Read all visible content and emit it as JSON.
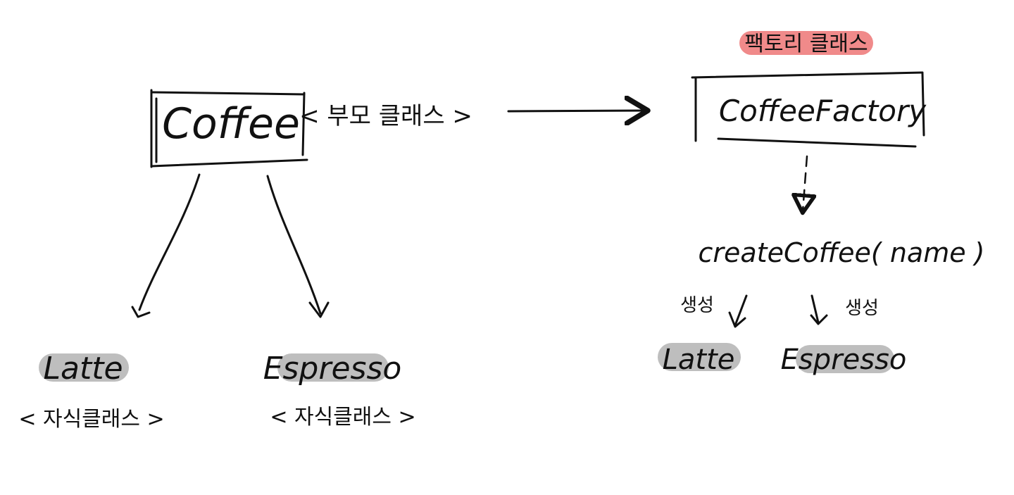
{
  "parent": {
    "name": "Coffee",
    "tag": "< 부모 클래스 >"
  },
  "left_children": [
    {
      "name": "Latte",
      "tag": "< 자식클래스 >"
    },
    {
      "name": "Espresso",
      "tag": "< 자식클래스 >"
    }
  ],
  "factory": {
    "title": "팩토리 클래스",
    "name": "CoffeeFactory",
    "method": "createCoffee( name )",
    "create_label_left": "생성",
    "create_label_right": "생성",
    "products": [
      "Latte",
      "Espresso"
    ]
  },
  "colors": {
    "ink": "#111111",
    "highlight_red": "#f08a8a",
    "highlight_gray": "#a8a8a8"
  }
}
